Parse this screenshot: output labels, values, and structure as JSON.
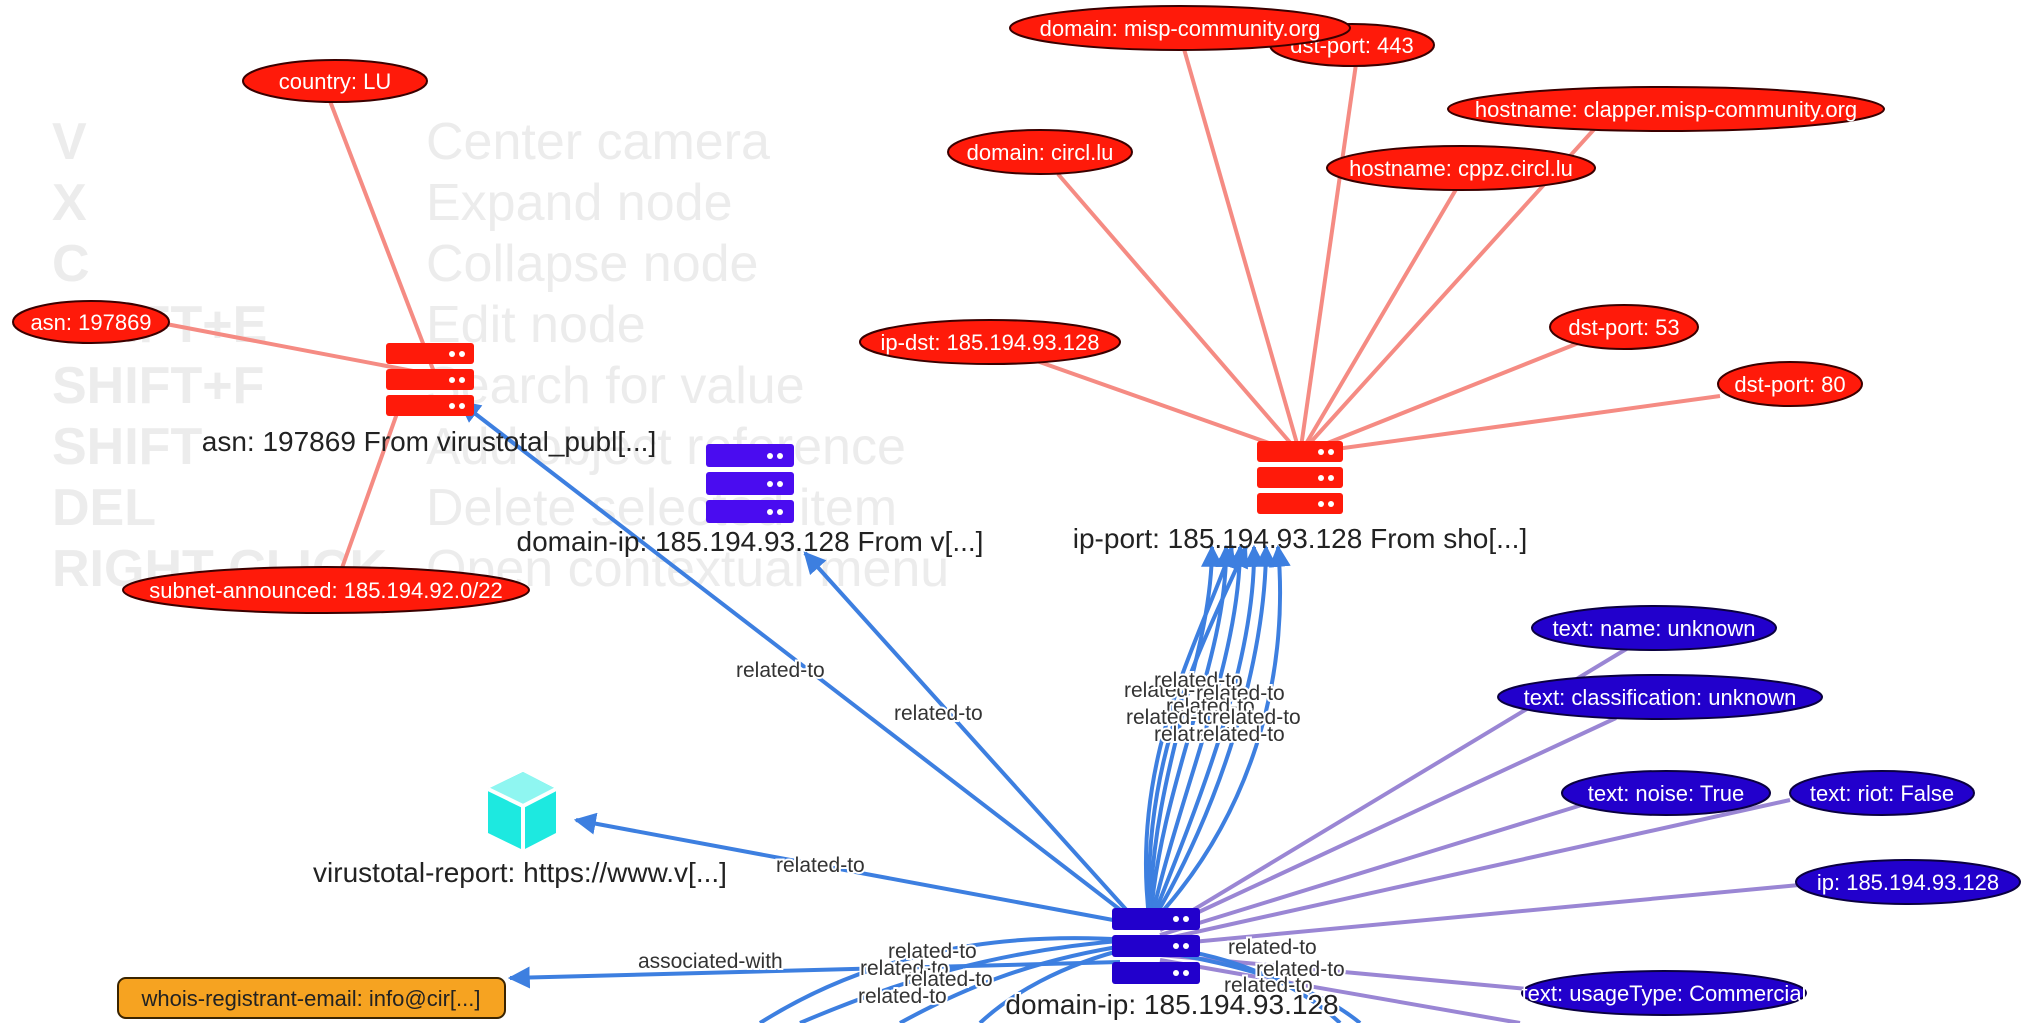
{
  "help": [
    {
      "key": "V",
      "desc": "Center camera"
    },
    {
      "key": "X",
      "desc": "Expand node"
    },
    {
      "key": "C",
      "desc": "Collapse node"
    },
    {
      "key": "SHIFT+E",
      "desc": "Edit node"
    },
    {
      "key": "SHIFT+F",
      "desc": "Search for value"
    },
    {
      "key": "SHIFT",
      "desc": "Add object reference"
    },
    {
      "key": "DEL",
      "desc": "Delete selected item"
    },
    {
      "key": "RIGHT-CLICK",
      "desc": "Open contextual menu"
    }
  ],
  "colors": {
    "red_node": "#ff1a0a",
    "red_edge": "#f58b83",
    "purple_node": "#2200cc",
    "purple_edge": "#9a86d4",
    "blue_edge": "#3d7fe0",
    "violet_object": "#4a0cf0",
    "cyan_object": "#1de9e0",
    "orange_box": "#f6a321"
  },
  "objects": {
    "asn": {
      "label": "asn: 197869 From virustotal_publ[...]",
      "icon": "server-icon"
    },
    "domain_ip_top": {
      "label": "domain-ip: 185.194.93.128 From v[...]",
      "icon": "server-icon"
    },
    "ip_port": {
      "label": "ip-port: 185.194.93.128 From sho[...]",
      "icon": "server-icon"
    },
    "virustotal_report": {
      "label": "virustotal-report: https://www.v[...]",
      "icon": "cube-icon"
    },
    "domain_ip_main": {
      "label": "domain-ip: 185.194.93.128",
      "icon": "server-icon"
    }
  },
  "attributes": {
    "country": "country: LU",
    "asn_attr": "asn: 197869",
    "subnet": "subnet-announced: 185.194.92.0/22",
    "domain_misp": "domain: misp-community.org",
    "dst_port_443": "dst-port: 443",
    "hostname_clapper": "hostname: clapper.misp-community.org",
    "domain_circl": "domain: circl.lu",
    "hostname_cppz": "hostname: cppz.circl.lu",
    "ip_dst": "ip-dst: 185.194.93.128",
    "dst_port_53": "dst-port: 53",
    "dst_port_80": "dst-port: 80",
    "text_name": "text: name: unknown",
    "text_class": "text: classification: unknown",
    "text_noise": "text: noise: True",
    "text_riot": "text: riot: False",
    "ip_attr": "ip: 185.194.93.128",
    "text_usage": "text: usageType: Commercial",
    "whois_email": "whois-registrant-email: info@cir[...]"
  },
  "edge_labels": {
    "related_to": "related-to",
    "associated_with": "associated-with"
  }
}
